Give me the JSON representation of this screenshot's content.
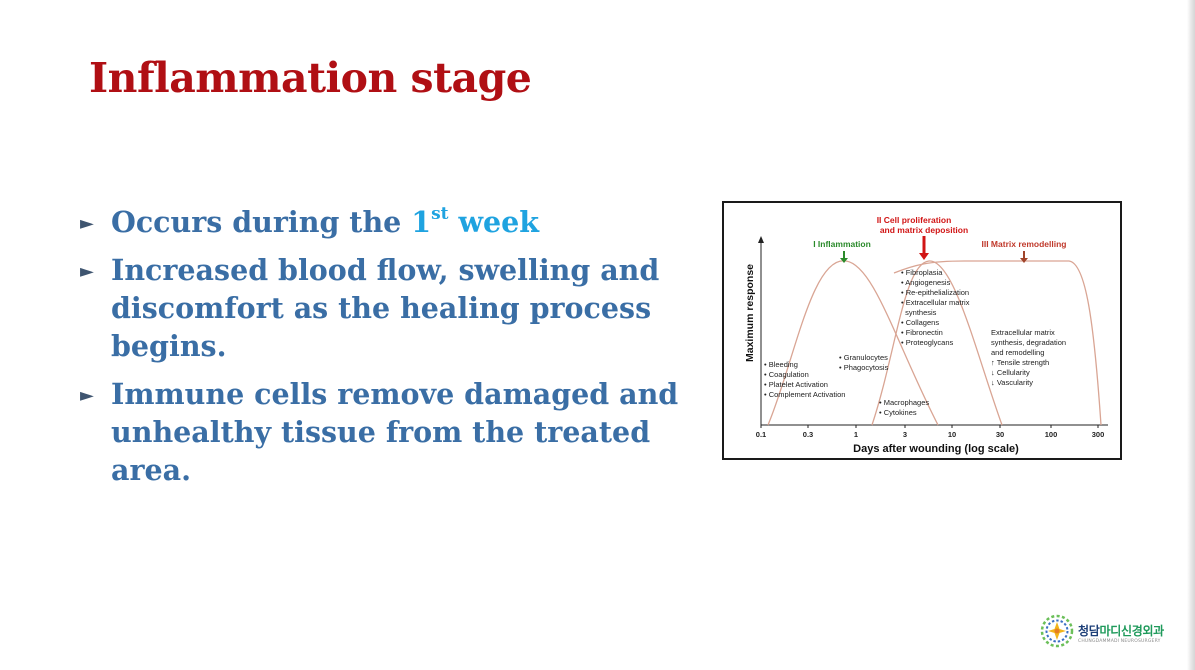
{
  "slide": {
    "title": "Inflammation stage",
    "bullets": [
      {
        "pre": "Occurs during the ",
        "highlight": "1",
        "sup": "st",
        "post": " week"
      },
      {
        "text_lines": [
          "Increased blood flow, swelling and",
          "discomfort as the healing process",
          "begins."
        ]
      },
      {
        "text_lines": [
          "Immune cells remove damaged and",
          "unhealthy tissue from the treated",
          "area."
        ]
      }
    ],
    "colors": {
      "title": "#b00f14",
      "bullet_text": "#3a6ea5",
      "highlight": "#1fa3e0"
    },
    "bullet_icon": "right-pointer-arrow"
  },
  "figure": {
    "ylabel": "Maximum response",
    "xlabel": "Days after wounding (log scale)",
    "x_ticks": [
      "0.1",
      "0.3",
      "1",
      "3",
      "10",
      "30",
      "100",
      "300"
    ],
    "phases": [
      {
        "label": "I Inflammation",
        "color": "#2a8a2a",
        "arrow": "green-down-arrow"
      },
      {
        "label": "II Cell proliferation",
        "label2": "and matrix deposition",
        "color": "#d11515",
        "arrow": "red-down-arrow"
      },
      {
        "label": "III Matrix remodelling",
        "color": "#c0392b",
        "arrow": "brown-down-arrow"
      }
    ],
    "lists": {
      "early": [
        "• Bleeding",
        "• Coagulation",
        "• Platelet Activation",
        "• Complement Activation"
      ],
      "cells": [
        "• Granulocytes",
        "• Phagocytosis"
      ],
      "macro": [
        "• Macrophages",
        "• Cytokines"
      ],
      "prolif": [
        "• Fibroplasia",
        "• Angiogenesis",
        "• Re-epithelialization",
        "• Extracellular matrix",
        "  synthesis",
        "• Collagens",
        "• Fibronectin",
        "• Proteoglycans"
      ],
      "remodel": [
        "Extracellular matrix",
        "synthesis, degradation",
        "and remodelling",
        "↑ Tensile strength",
        "↓ Cellularity",
        "↓ Vascularity"
      ]
    },
    "curve_color": "#d9a594"
  },
  "logo": {
    "name_part1": "청담",
    "name_part2": "마디신경외과",
    "subtitle": "CHUNGDAMMADI NEUROSURGERY"
  }
}
